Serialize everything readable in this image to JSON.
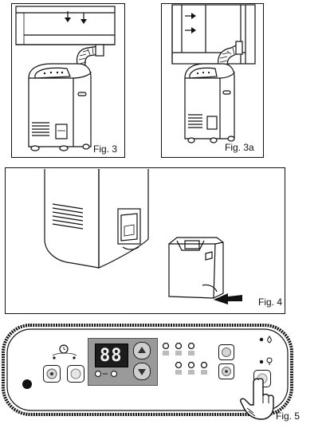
{
  "figures": {
    "fig3": {
      "caption": "Fig. 3"
    },
    "fig3a": {
      "caption": "Fig. 3a"
    },
    "fig4": {
      "caption": "Fig. 4"
    },
    "fig5": {
      "caption": "Fig. 5",
      "display_value": "88"
    }
  },
  "icons": [
    "arrow-down-icon",
    "arrow-right-icon",
    "arrow-left-icon",
    "clock-icon",
    "up-button-icon",
    "down-button-icon",
    "fan-icon",
    "drop-icon",
    "hand-pointer-icon"
  ]
}
